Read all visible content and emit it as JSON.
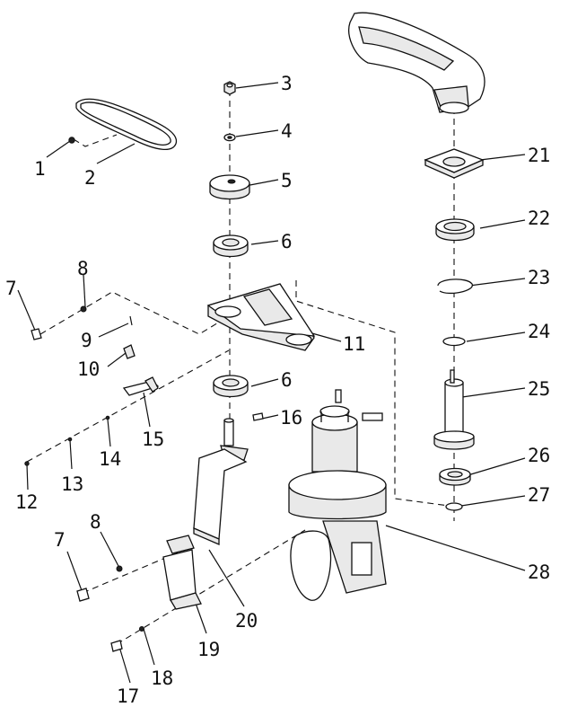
{
  "labels": {
    "l1": "1",
    "l2": "2",
    "l3": "3",
    "l4": "4",
    "l5": "5",
    "l6a": "6",
    "l6b": "6",
    "l7a": "7",
    "l7b": "7",
    "l8a": "8",
    "l8b": "8",
    "l9": "9",
    "l10": "10",
    "l11": "11",
    "l12": "12",
    "l13": "13",
    "l14": "14",
    "l15": "15",
    "l16": "16",
    "l17": "17",
    "l18": "18",
    "l19": "19",
    "l20": "20",
    "l21": "21",
    "l22": "22",
    "l23": "23",
    "l24": "24",
    "l25": "25",
    "l26": "26",
    "l27": "27",
    "l28": "28"
  }
}
